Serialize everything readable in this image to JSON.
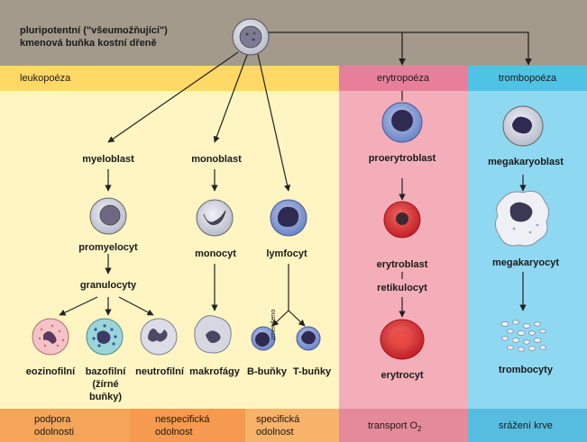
{
  "stem_cell": {
    "line1": "pluripotentní (\"všeumožňující\")",
    "line2": "kmenová buňka kostní dřeně"
  },
  "sections": {
    "leukopoeza": "leukopoéza",
    "erytropoeza": "erytropoéza",
    "trombopoeza": "trombopoéza"
  },
  "cells": {
    "myeloblast": "myeloblast",
    "monoblast": "monoblast",
    "promyelocyt": "promyelocyt",
    "granulocyty": "granulocyty",
    "monocyt": "monocyt",
    "lymfocyt": "lymfocyt",
    "eozinofilni": "eozinofilní",
    "bazofilni_line1": "bazofilní",
    "bazofilni_line2": "(žírné",
    "bazofilni_line3": "buňky)",
    "neutrofilni": "neutrofilní",
    "makrofagy": "makrofágy",
    "b_bunky": "B-buňky",
    "t_bunky": "T-buňky",
    "zmenseno": "zmenšeno",
    "proerytroblast": "proerytroblast",
    "erytroblast": "erytroblast",
    "retikulocyt": "retikulocyt",
    "erytrocyt": "erytrocyt",
    "megakaryoblast": "megakaryoblast",
    "megakaryocyt": "megakaryocyt",
    "trombocyty": "trombocyty"
  },
  "footer": {
    "podpora_line1": "podpora",
    "podpora_line2": "odolnosti",
    "nespecificka_line1": "nespecifická",
    "nespecificka_line2": "odolnost",
    "specificka_line1": "specifická",
    "specificka_line2": "odolnost",
    "transport_prefix": "transport O",
    "transport_sub": "2",
    "srazeni": "srážení krve"
  },
  "colors": {
    "background_top": "#a39a8c",
    "leuko_header": "#ffd966",
    "leuko_body": "#fff5c2",
    "eryth_header": "#e87f9a",
    "eryth_body": "#f4aeb9",
    "thrombo_header": "#4ec3e6",
    "thrombo_body": "#8fd8f2",
    "footer_orange": "#f4a55a",
    "footer_light_orange": "#f8b36a",
    "footer_pink": "#e48a9b",
    "footer_blue": "#56bde0",
    "erythrocyte_red": "#d92b2f"
  }
}
